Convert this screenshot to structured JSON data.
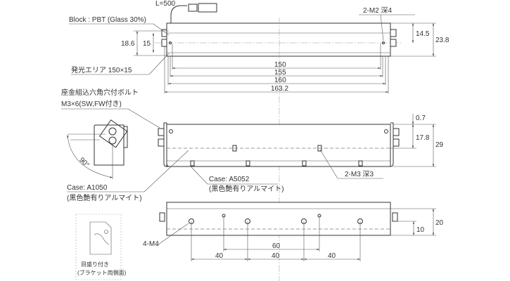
{
  "top_view": {
    "cable_label": "L=500",
    "block_label": "Block : PBT (Glass 30%)",
    "emit_area_label": "発光エリア 150×15",
    "tap_label": "2-M2 深4",
    "dims": {
      "d150": "150",
      "d155": "155",
      "d160": "160",
      "d163": "163.2",
      "d18_6": "18.6",
      "d15": "15",
      "d14_5": "14.5",
      "d23_8": "23.8"
    }
  },
  "front_view": {
    "bolt_label_1": "座金組込六角穴付ボルト",
    "bolt_label_2": "M3×6(SW,FW付き)",
    "case_a5052_1": "Case: A5052",
    "case_a5052_2": "(黒色艶有りアルマイト)",
    "case_a1050_1": "Case: A1050",
    "case_a1050_2": "(黒色艶有りアルマイト)",
    "tap_label": "2-M3 深3",
    "angle": "90°",
    "dims": {
      "d0_7": "0.7",
      "d17_8": "17.8",
      "d29": "29"
    }
  },
  "bottom_view": {
    "hole_label": "4-M4",
    "dims": {
      "d60": "60",
      "d40a": "40",
      "d40b": "40",
      "d40c": "40",
      "d20": "20",
      "d10": "10"
    }
  },
  "scale_note": {
    "line1": "目盛り付き",
    "line2": "(ブラケット両側面)"
  }
}
